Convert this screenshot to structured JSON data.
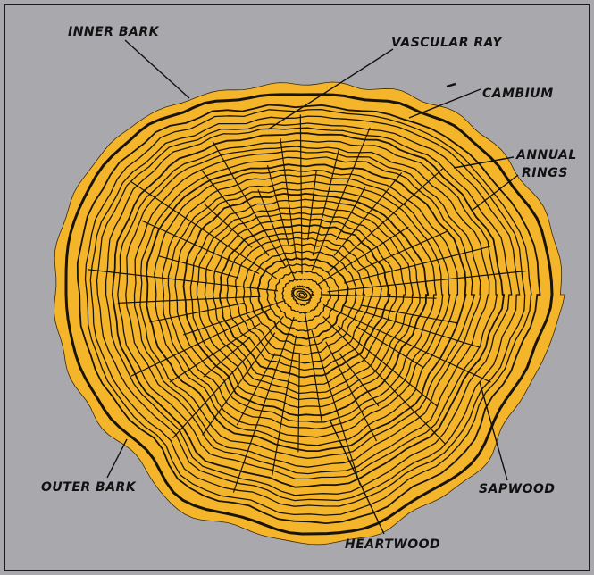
{
  "diagram": {
    "colors": {
      "background": "#a9a9ad",
      "frame": "#1a1a1a",
      "wood": "#f2b12e",
      "bark": "#f4b52a",
      "ink": "#1a1408"
    },
    "labels": {
      "inner_bark": "INNER BARK",
      "vascular_ray": "VASCULAR RAY",
      "cambium": "CAMBIUM",
      "annual_rings_1": "ANNUAL",
      "annual_rings_2": "RINGS",
      "outer_bark": "OUTER BARK",
      "sapwood": "SAPWOOD",
      "heartwood": "HEARTWOOD"
    }
  }
}
